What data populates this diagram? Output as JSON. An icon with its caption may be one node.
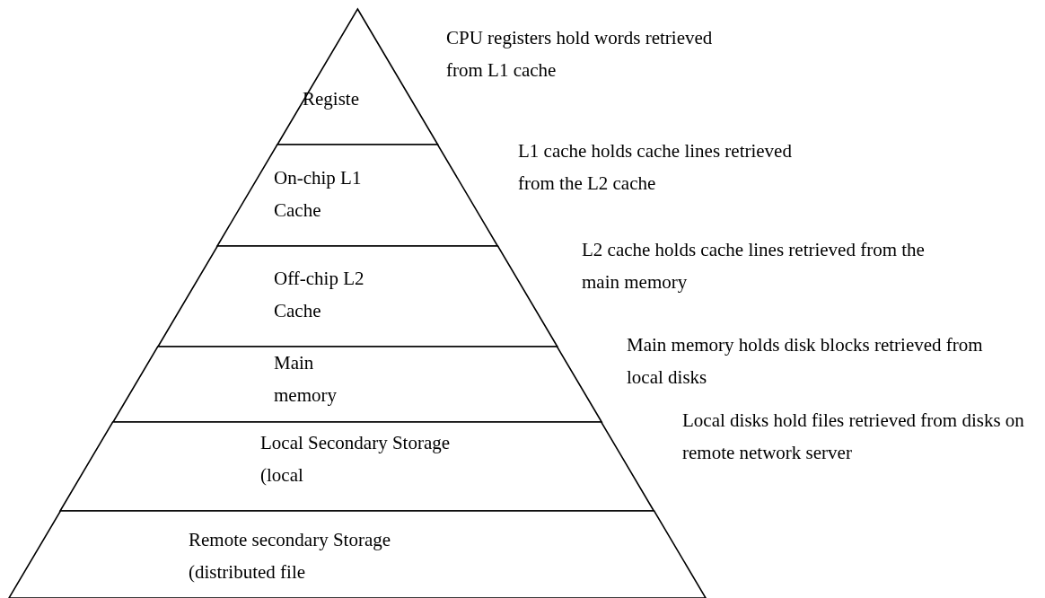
{
  "diagram": {
    "nodes": [
      {
        "text": [
          "Registe"
        ],
        "beside": [
          "CPU registers hold words retrieved from L1 cache"
        ]
      },
      {
        "text": [
          "On-chip L1 Cache"
        ],
        "beside": [
          "L1 cache holds cache lines retrieved from the L2 cache"
        ]
      },
      {
        "text": [
          "Off-chip L2 Cache"
        ],
        "beside": [
          "L2 cache holds cache lines retrieved from the main memory"
        ]
      },
      {
        "text": [
          "Main memory"
        ],
        "beside": [
          "Main memory holds disk blocks retrieved from local disks"
        ]
      },
      {
        "text": [
          "Local Secondary Storage (local"
        ],
        "beside": [
          "Local disks hold files retrieved from disks on remote network server"
        ]
      },
      {
        "text": [
          "Remote secondary Storage (distributed file"
        ]
      }
    ]
  }
}
